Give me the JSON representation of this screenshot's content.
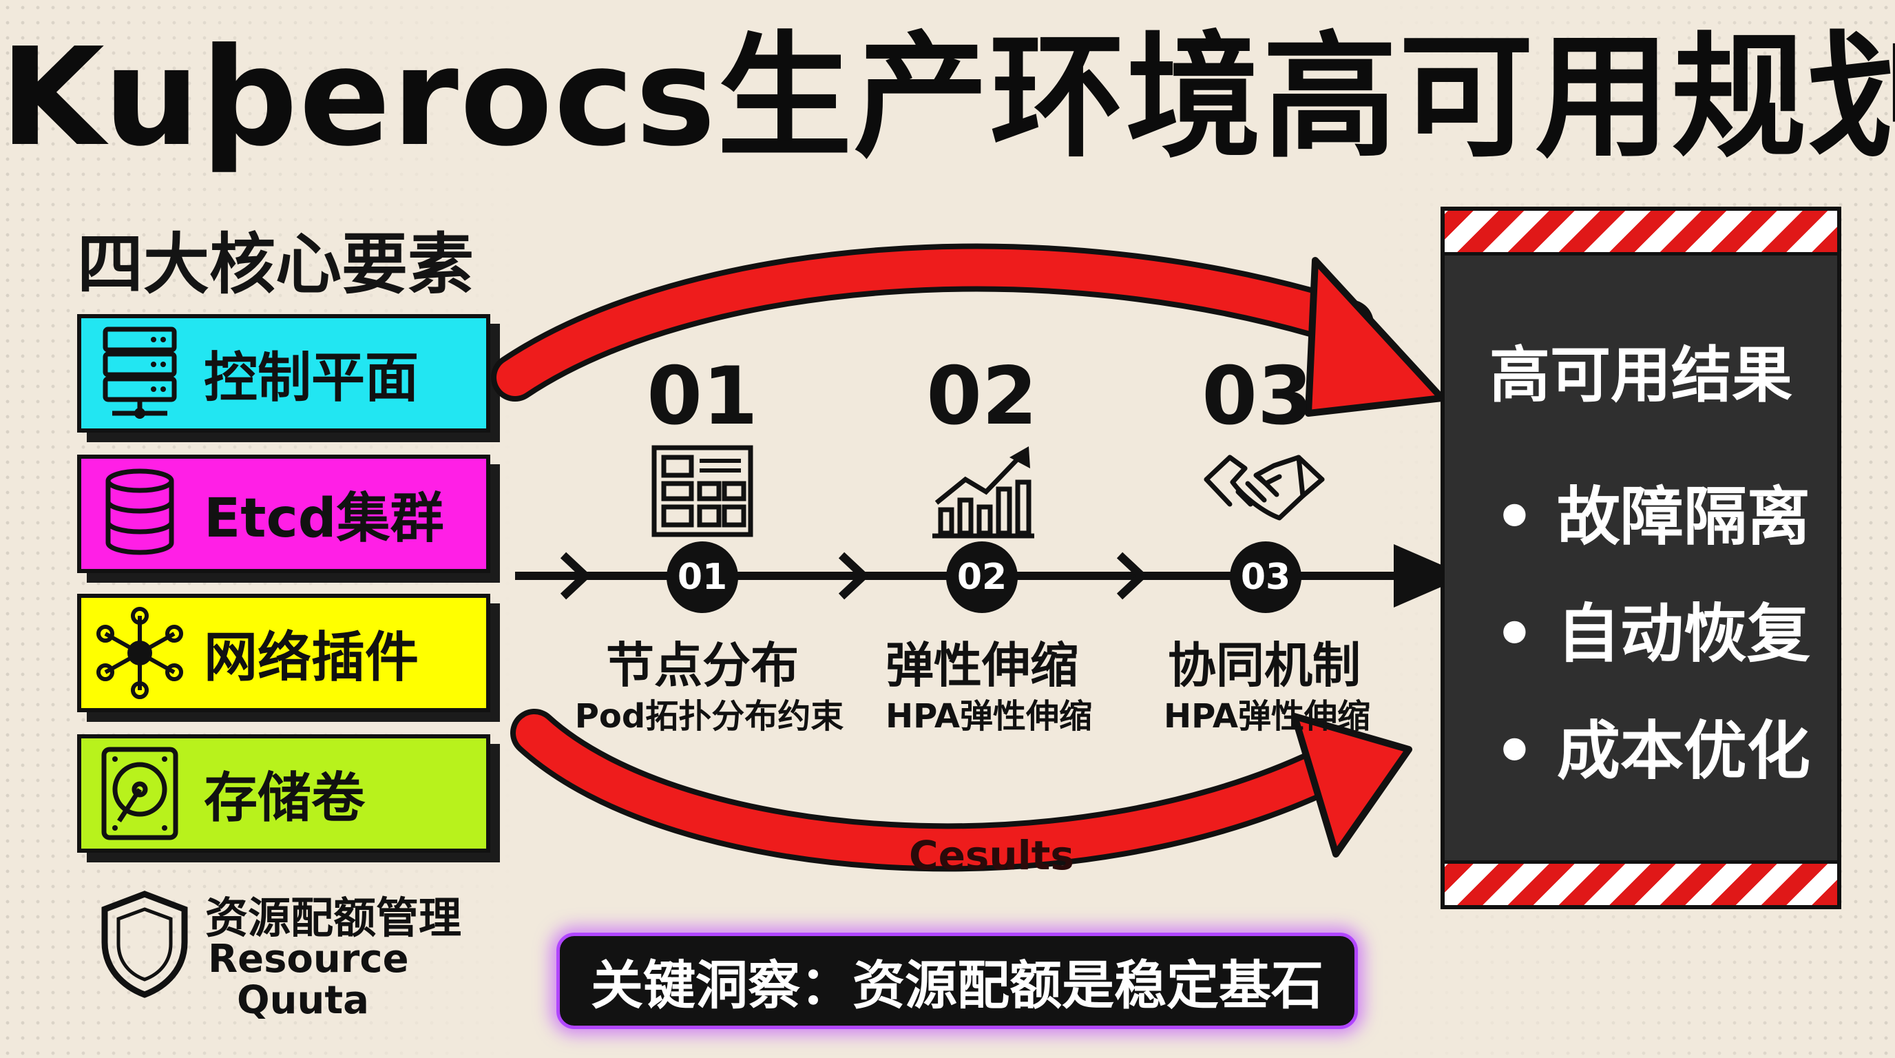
{
  "title": "Kuþerocs生产环境高可用规划",
  "subtitle": "四大核心要素",
  "components": [
    {
      "label": "控制平面",
      "icon": "server-icon",
      "color": "#22e6f2"
    },
    {
      "label": "Etcd集群",
      "icon": "database-icon",
      "color": "#ff1fe6"
    },
    {
      "label": "网络插件",
      "icon": "network-icon",
      "color": "#ffff00"
    },
    {
      "label": "存储卷",
      "icon": "hard-drive-icon",
      "color": "#b8f21c"
    }
  ],
  "quota": {
    "label_cn": "资源配额管理",
    "label_en_line1": "Resource",
    "label_en_line2": "Quuta",
    "icon": "shield-icon"
  },
  "steps": [
    {
      "number": "01",
      "badge": "01",
      "name": "节点分布",
      "sub": "Pod拓扑分布约束",
      "icon": "layout-grid-icon"
    },
    {
      "number": "02",
      "badge": "02",
      "name": "弹性伸缩",
      "sub": "HPA弹性伸缩",
      "icon": "growth-chart-icon"
    },
    {
      "number": "03",
      "badge": "03",
      "name": "协同机制",
      "sub": "HPA弹性伸缩",
      "icon": "handshake-icon"
    }
  ],
  "arrow_label": "Cesults",
  "result": {
    "title": "高可用结果",
    "items": [
      "• 故障隔离",
      "• 自动恢复",
      "• 成本优化"
    ]
  },
  "insight": "关键洞察：资源配额是稳定基石",
  "colors": {
    "accent_red": "#ee1c1c",
    "panel_dark": "#2f2f2f",
    "insight_glow": "#b146ff"
  }
}
